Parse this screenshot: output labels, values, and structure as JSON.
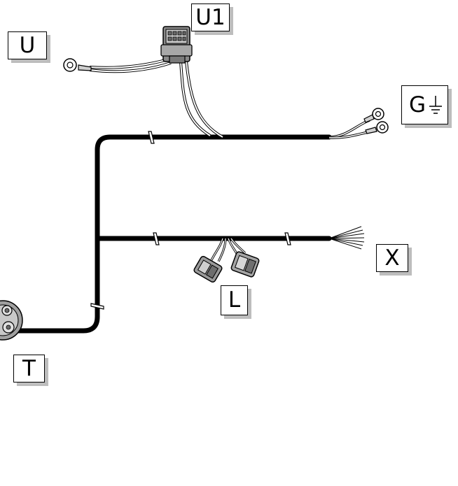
{
  "labels": {
    "u": "U",
    "u1": "U1",
    "g": "G",
    "x": "X",
    "l": "L",
    "t": "T"
  },
  "icons": {
    "g_symbol": "ground-icon"
  },
  "colors": {
    "cable": "#000000",
    "wire_outline": "#000000",
    "connector_fill": "#9e9e9e",
    "label_shadow": "#bdbdbd"
  }
}
